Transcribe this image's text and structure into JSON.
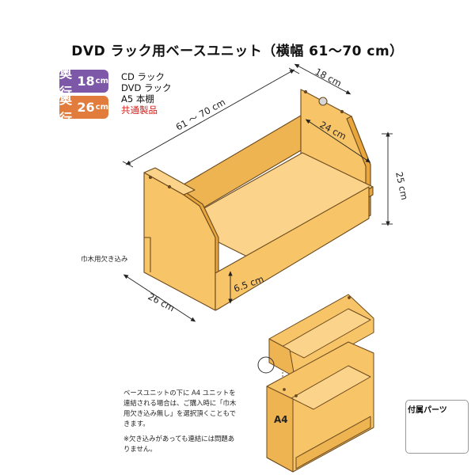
{
  "title": "DVD ラック用ベースユニット（横幅 61〜70 cm）",
  "badges": [
    {
      "key": "奥行",
      "value": "18",
      "unit": "cm",
      "color": "#7e58a8"
    },
    {
      "key": "奥行",
      "value": "26",
      "unit": "cm",
      "color": "#e27c3c"
    }
  ],
  "compat_list": [
    "CD ラック",
    "DVD ラック",
    "A5 本棚"
  ],
  "compat_common": "共通製品",
  "dimensions": {
    "width": "61 〜 70 cm",
    "depth_top": "18 cm",
    "inner_depth": "24 cm",
    "height": "25 cm",
    "depth_bottom": "26 cm",
    "base_height": "6.5 cm"
  },
  "labels": {
    "baseboard_notch": "巾木用欠き込み",
    "a4": "A4"
  },
  "note_lines": [
    "ベースユニットの下に A4 ユニットを",
    "連結される場合は、ご購入時に「巾木",
    "用欠き込み無し」を選択頂くこともで",
    "きます。",
    "",
    "※欠き込みがあっても連結には問題あ",
    "りません。"
  ],
  "parts_title": "付属パーツ",
  "colors": {
    "wood": "#f8c468",
    "wood_shade": "#efb452",
    "wood_dark": "#e8a63d",
    "outline": "#6b4a1e",
    "accent_red": "#d3201b"
  }
}
